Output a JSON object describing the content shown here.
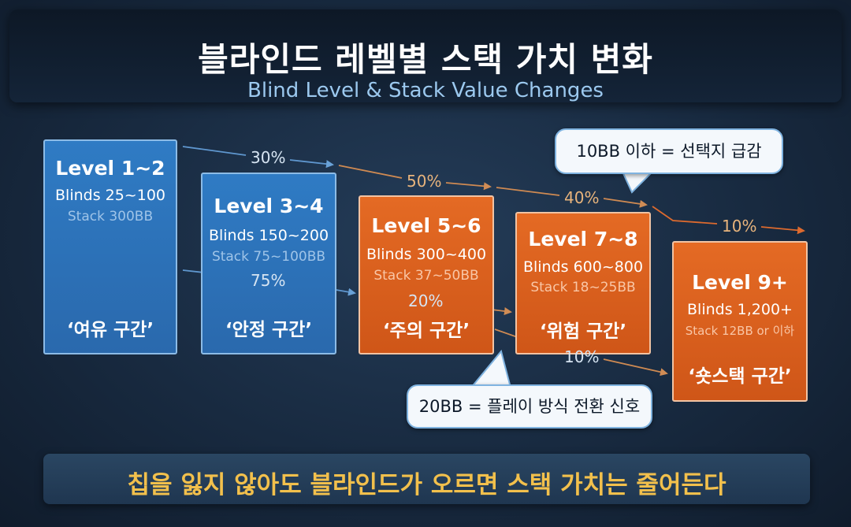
{
  "header": {
    "title": "블라인드 레벨별 스택 가치 변화",
    "subtitle": "Blind Level & Stack Value Changes"
  },
  "levels": [
    {
      "name": "Level 1~2",
      "blinds": "Blinds 25~100",
      "stack": "Stack 300BB",
      "zone": "‘여유 구간’",
      "color": "#2f7bc4"
    },
    {
      "name": "Level 3~4",
      "blinds": "Blinds 150~200",
      "stack": "Stack 75~100BB",
      "zone": "‘안정 구간’",
      "color": "#2f7bc4"
    },
    {
      "name": "Level 5~6",
      "blinds": "Blinds 300~400",
      "stack": "Stack 37~50BB",
      "zone": "‘주의 구간’",
      "color": "#e46a24"
    },
    {
      "name": "Level 7~8",
      "blinds": "Blinds 600~800",
      "stack": "Stack 18~25BB",
      "zone": "‘위험 구간’",
      "color": "#e46a24"
    },
    {
      "name": "Level 9+",
      "blinds": "Blinds 1,200+",
      "stack": "Stack 12BB or 이하",
      "zone": "‘숏스택 구간’",
      "color": "#e46a24"
    }
  ],
  "upper_flow": {
    "percents": [
      "30%",
      "50%",
      "40%",
      "10%"
    ]
  },
  "lower_flow": {
    "percents": [
      "75%",
      "20%",
      "10%"
    ]
  },
  "callouts": {
    "ten_bb": "10BB 이하 = 선택지 급감",
    "twenty_bb": "20BB = 플레이 방식 전환 신호"
  },
  "footer": {
    "message": "칩을 잃지 않아도 블라인드가 오르면 스택 가치는 줄어든다"
  },
  "colors": {
    "blue_box": "#2f7bc4",
    "orange_box": "#e46a24",
    "highlight_text": "#f2c04c",
    "arrow_blue": "#5f97cf",
    "arrow_tan": "#cf8a52",
    "arrow_orange": "#d9632a"
  }
}
